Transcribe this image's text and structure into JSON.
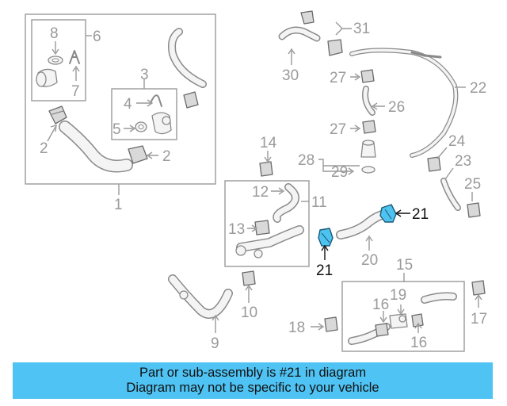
{
  "callouts": {
    "c1": "1",
    "c2a": "2",
    "c2b": "2",
    "c3": "3",
    "c4": "4",
    "c5": "5",
    "c6": "6",
    "c7": "7",
    "c8": "8",
    "c9": "9",
    "c10": "10",
    "c11": "11",
    "c12": "12",
    "c13": "13",
    "c14": "14",
    "c15": "15",
    "c16a": "16",
    "c16b": "16",
    "c17": "17",
    "c18": "18",
    "c19": "19",
    "c20": "20",
    "c21a": "21",
    "c21b": "21",
    "c22": "22",
    "c23": "23",
    "c24": "24",
    "c25": "25",
    "c26": "26",
    "c27a": "27",
    "c27b": "27",
    "c28": "28",
    "c29": "29",
    "c30": "30",
    "c31": "31"
  },
  "highlight_color": "#4fc3f0",
  "banner": {
    "line1": "Part or sub-assembly is #21 in diagram",
    "line2": "Diagram may not be specific to your vehicle",
    "background": "#4fc3f4"
  }
}
